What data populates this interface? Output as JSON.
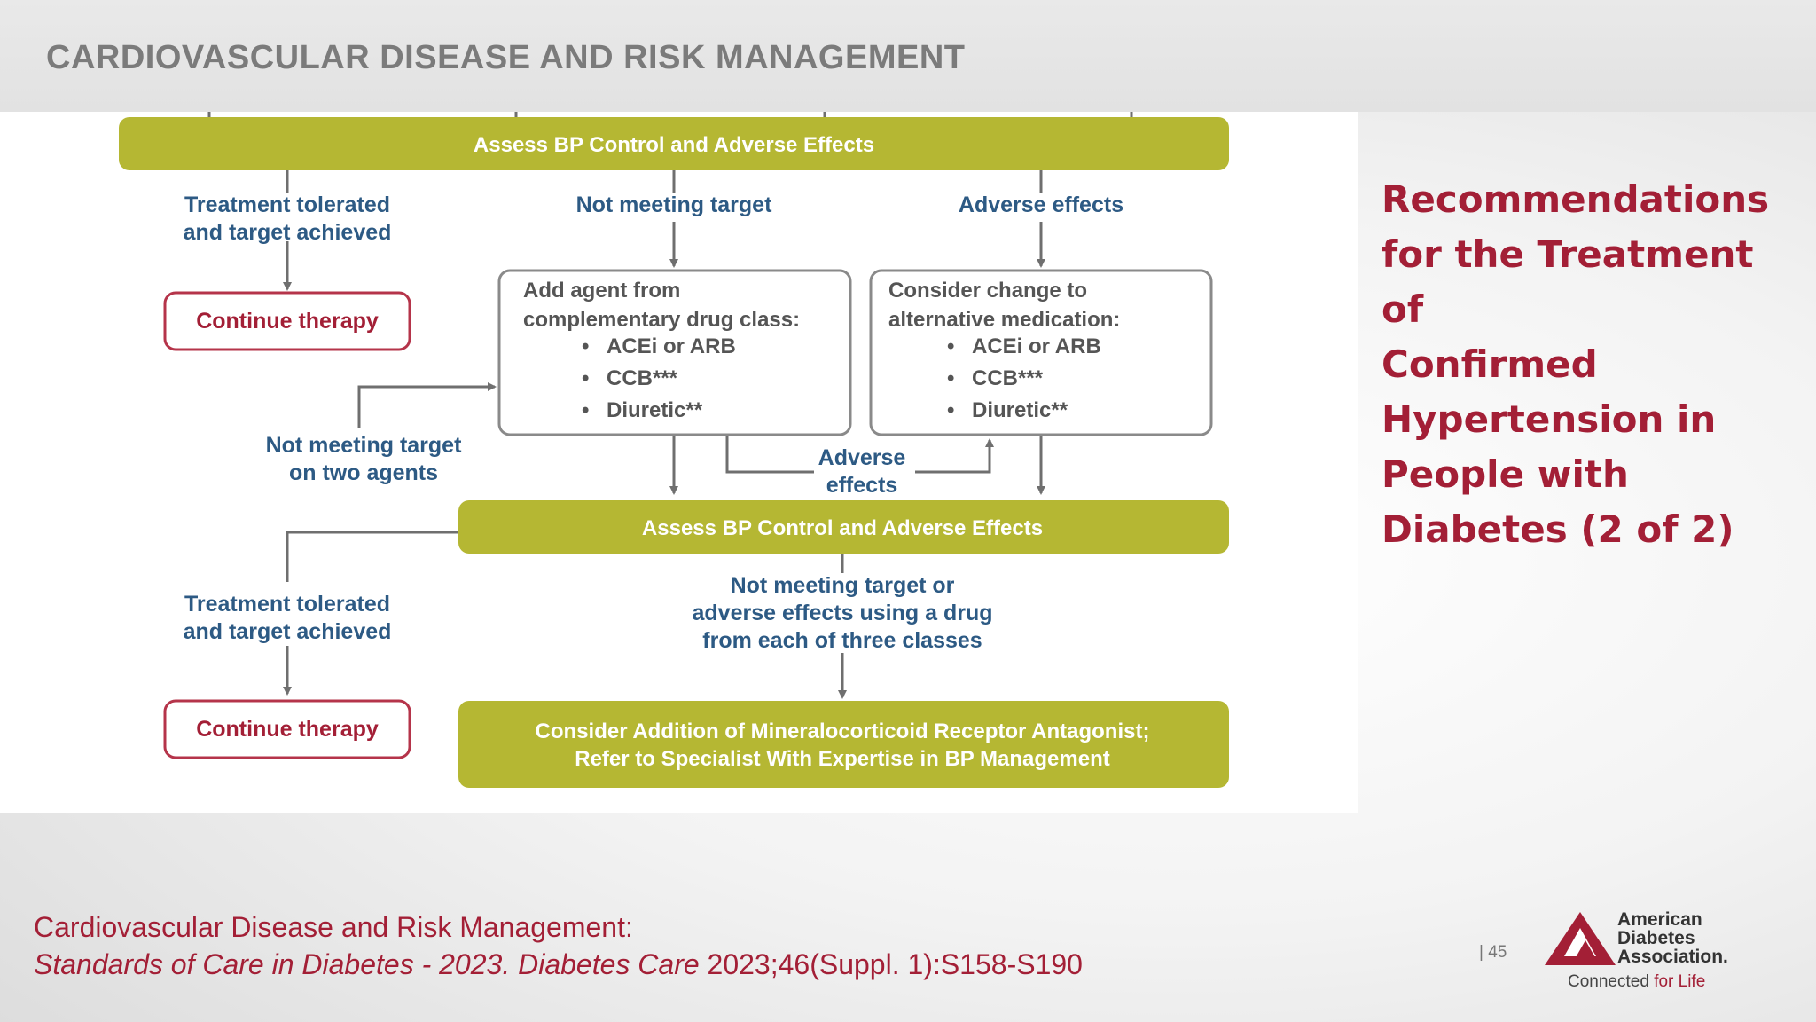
{
  "header": {
    "section_title": "CARDIOVASCULAR DISEASE AND RISK MANAGEMENT"
  },
  "slide": {
    "title_lines": [
      "Recommendations",
      "for the Treatment of",
      "Confirmed",
      "Hypertension in",
      "People with",
      "Diabetes (2 of 2)"
    ],
    "page_number": "| 45"
  },
  "diagram": {
    "assess_top": "Assess BP Control and Adverse Effects",
    "branch_tolerated_top": [
      "Treatment tolerated",
      "and target achieved"
    ],
    "branch_not_meeting": "Not meeting target",
    "branch_adverse": "Adverse effects",
    "continue_1": "Continue therapy",
    "add_agent": {
      "title": [
        "Add agent from",
        "complementary drug class:"
      ],
      "items": [
        "ACEi or ARB",
        "CCB***",
        "Diuretic**"
      ]
    },
    "change_med": {
      "title": [
        "Consider change to",
        "alternative medication:"
      ],
      "items": [
        "ACEi or ARB",
        "CCB***",
        "Diuretic**"
      ]
    },
    "not_meeting_two": [
      "Not meeting target",
      "on two agents"
    ],
    "adverse_mid": [
      "Adverse",
      "effects"
    ],
    "assess_mid": "Assess BP Control and Adverse Effects",
    "branch_tolerated_bottom": [
      "Treatment tolerated",
      "and target achieved"
    ],
    "not_meeting_three": [
      "Not meeting target or",
      "adverse effects using a drug",
      "from each of three classes"
    ],
    "continue_2": "Continue therapy",
    "final_box": [
      "Consider Addition of Mineralocorticoid Receptor Antagonist;",
      "Refer to Specialist With Expertise in BP Management"
    ]
  },
  "citation": {
    "line1": "Cardiovascular Disease and Risk Management:",
    "line2_italic": "Standards of Care in Diabetes - 2023. Diabetes Care",
    "line2_plain": " 2023;46(Suppl. 1):S158-S190"
  },
  "logo": {
    "lines": [
      "American",
      "Diabetes",
      "Association."
    ],
    "tagline_plain": "Connected ",
    "tagline_accent": "for Life"
  },
  "colors": {
    "olive": "#b5b733",
    "blue_text": "#2d5a84",
    "red_text": "#a31f36",
    "arrow_gray": "#6f6f6f",
    "box_border": "#8a8a8a"
  }
}
